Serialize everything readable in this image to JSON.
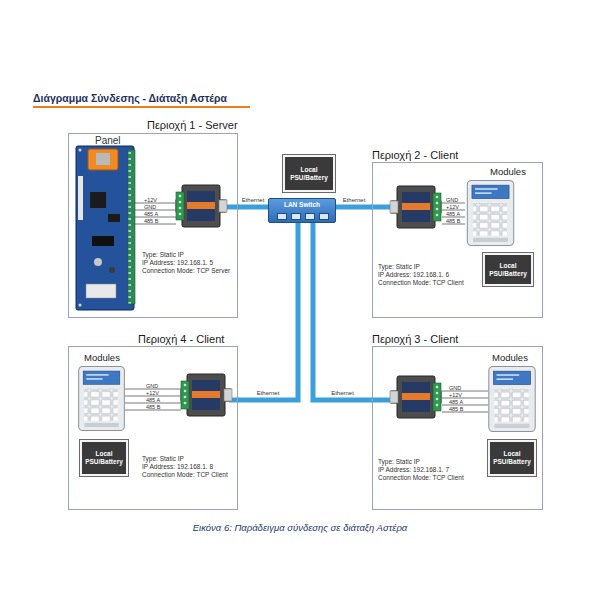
{
  "diagram": {
    "title": "Διάγραμμα Σύνδεσης - Διάταξη Αστέρα",
    "caption": "Εικόνα 6: Παράδειγμα σύνδεσης σε διάταξη Αστέρα",
    "nodes": [
      {
        "text": [
          "Περιοχή 1 - Server",
          "Type: Static IP",
          "IP Address: 192.168.1. 5",
          "Connection Mode: TCP Server"
        ]
      },
      {
        "text": [
          "Local PSU/Battery"
        ]
      },
      {
        "text": [
          "LAN Switch"
        ]
      },
      {
        "text": [
          "Περιοχή 2 - Client",
          "Modules",
          "Type: Static IP",
          "IP Address: 192.168.1. 6",
          "Connection Mode: TCP Client"
        ]
      },
      {
        "text": [
          "Local PSU/Battery"
        ],
        "in": 3
      },
      {
        "text": [
          "Περιοχή 4 - Client",
          "Modules",
          "Type: Static IP",
          "IP Address: 192.168.1. 8",
          "Connection Mode: TCP Client"
        ]
      },
      {
        "text": [
          "Local PSU/Battery"
        ],
        "in": 5
      },
      {
        "text": [
          "Περιοχή 3 - Client",
          "Modules",
          "Type: Static IP",
          "IP Address: 192.168.1. 7",
          "Connection Mode: TCP Client"
        ]
      },
      {
        "text": [
          "Local PSU/Battery"
        ],
        "in": 7
      }
    ],
    "edges": [
      {
        "from": 2,
        "to": 0,
        "arrow": "none",
        "label": "Ethernet"
      },
      {
        "from": 2,
        "to": 3,
        "arrow": "none",
        "label": "Ethernet"
      },
      {
        "from": 2,
        "to": 5,
        "arrow": "none",
        "label": "Ethernet"
      },
      {
        "from": 2,
        "to": 7,
        "arrow": "none",
        "label": "Ethernet"
      }
    ],
    "labels": [
      "Panel",
      "+12V",
      "GND",
      "485 A",
      "485 B",
      "GND",
      "+12V",
      "485 A",
      "485 B",
      "GND",
      "+12V",
      "485 A",
      "485 B",
      "GND",
      "+12V",
      "485 A",
      "485 B"
    ]
  }
}
